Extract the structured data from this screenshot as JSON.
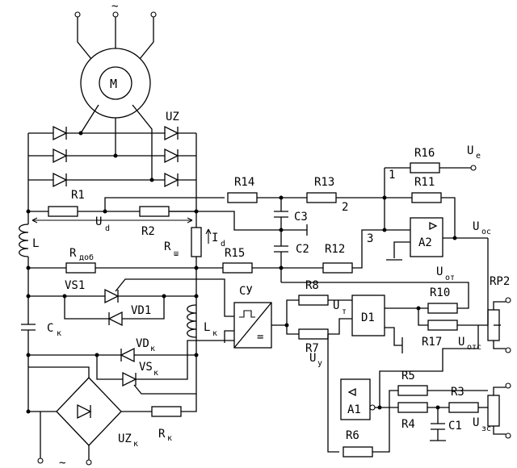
{
  "labels": {
    "ac_top": "~",
    "ac_bottom": "~",
    "motor": "M",
    "uz": "UZ",
    "r1": "R1",
    "r2": "R2",
    "ud": "U",
    "ud_sub": "d",
    "id": "I",
    "id_sub": "d",
    "l": "L",
    "r_dob": "R",
    "r_dob_sub": "доб",
    "r_sh": "R",
    "r_sh_sub": "ш",
    "r14": "R14",
    "r13": "R13",
    "r15": "R15",
    "r12": "R12",
    "r16": "R16",
    "r11": "R11",
    "c3": "C3",
    "c2": "C2",
    "node1": "1",
    "node2": "2",
    "node3": "3",
    "a2": "A2",
    "ue": "U",
    "ue_sub": "e",
    "uoc": "U",
    "uoc_sub": "ос",
    "uot": "U",
    "uot_sub": "от",
    "vs1": "VS1",
    "vd1": "VD1",
    "ck": "C",
    "ck_sub": "к",
    "lk": "L",
    "lk_sub": "к",
    "vdk": "VD",
    "vdk_sub": "к",
    "vsk": "VS",
    "vsk_sub": "к",
    "cy": "СУ",
    "r8": "R8",
    "r7": "R7",
    "ut": "U",
    "ut_sub": "т",
    "d1": "D1",
    "r10": "R10",
    "r17": "R17",
    "rp2": "RP2",
    "uotc": "U",
    "uotc_sub": "отс",
    "uy": "U",
    "uy_sub": "у",
    "a1": "A1",
    "r5": "R5",
    "r4": "R4",
    "r3": "R3",
    "c1": "C1",
    "u3c": "U",
    "u3c_sub": "зс",
    "r6": "R6",
    "uzk": "UZ",
    "uzk_sub": "к",
    "rk": "R",
    "rk_sub": "к"
  }
}
